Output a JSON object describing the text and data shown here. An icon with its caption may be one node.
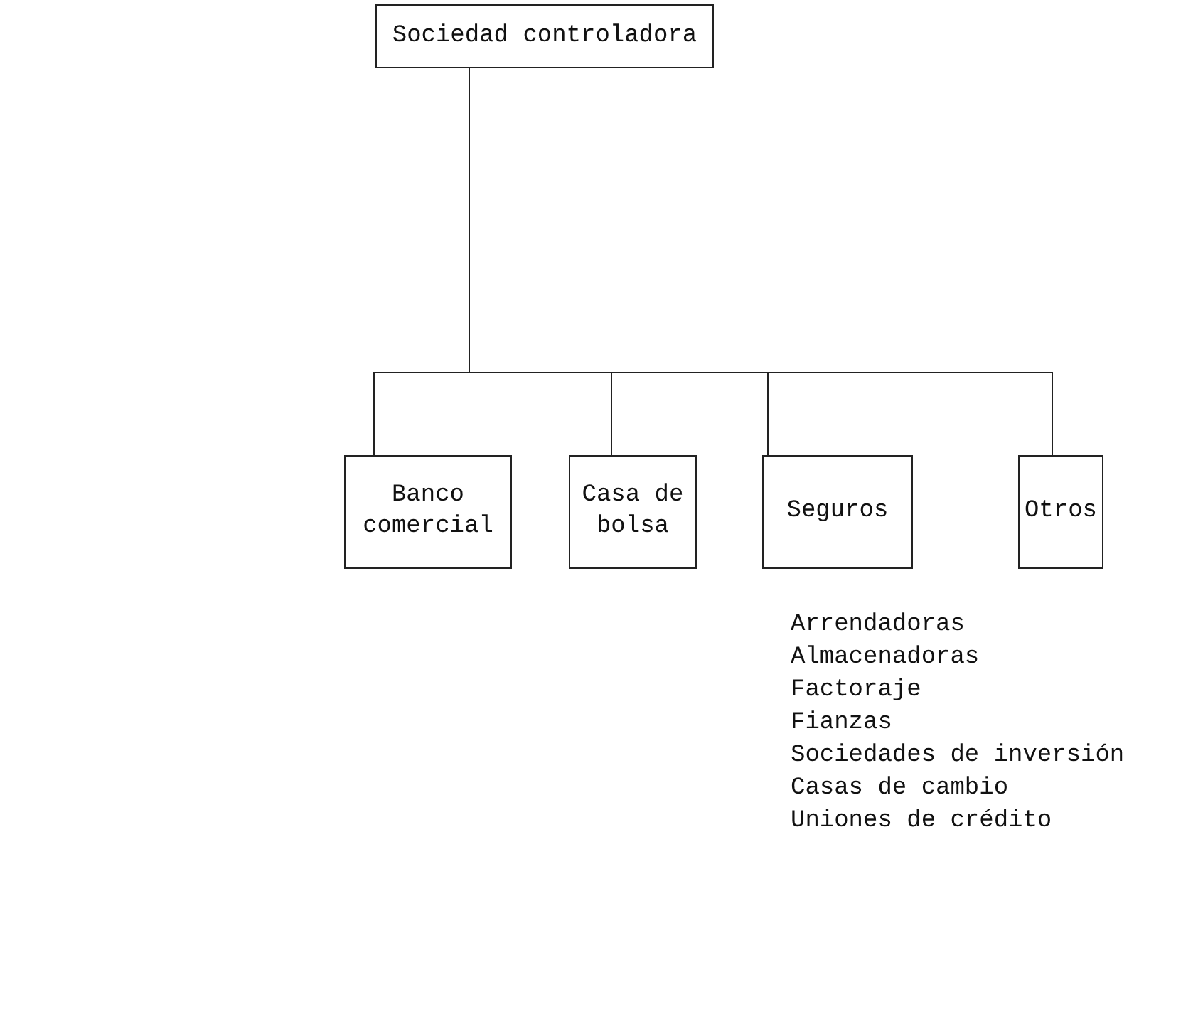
{
  "diagram": {
    "nodes": [
      {
        "text": [
          "Sociedad controladora"
        ]
      },
      {
        "text": [
          "Banco comercial"
        ]
      },
      {
        "text": [
          "Casa de bolsa"
        ]
      },
      {
        "text": [
          "Seguros"
        ]
      },
      {
        "text": [
          "Otros"
        ]
      }
    ],
    "edges": [
      {
        "from": 0,
        "to": 1,
        "arrow": "none"
      },
      {
        "from": 0,
        "to": 2,
        "arrow": "none"
      },
      {
        "from": 0,
        "to": 3,
        "arrow": "none"
      },
      {
        "from": 0,
        "to": 4,
        "arrow": "none"
      }
    ],
    "labels": [
      "Arrendadoras",
      "Almacenadoras",
      "Factoraje",
      "Fianzas",
      "Sociedades de inversión",
      "Casas de cambio",
      "Uniones de crédito"
    ]
  }
}
